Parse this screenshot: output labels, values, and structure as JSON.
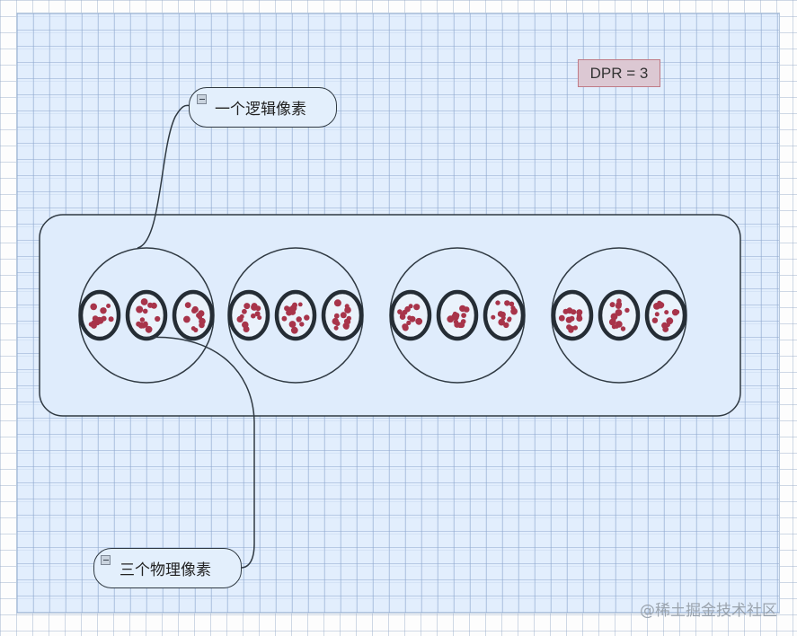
{
  "diagram": {
    "dpr_label": "DPR = 3",
    "callouts": {
      "logical_pixel": "一个逻辑像素",
      "physical_pixels": "三个物理像素"
    },
    "logical_pixel_count": 4,
    "physical_pixels_per_logical": 3,
    "colors": {
      "canvas": "#d7e8fc",
      "outline": "#2f3942",
      "dot": "#a8344a",
      "dpr_box_fill": "#dcc8d3",
      "dpr_box_border": "#c07a86"
    }
  },
  "watermark": "@稀土掘金技术社区"
}
